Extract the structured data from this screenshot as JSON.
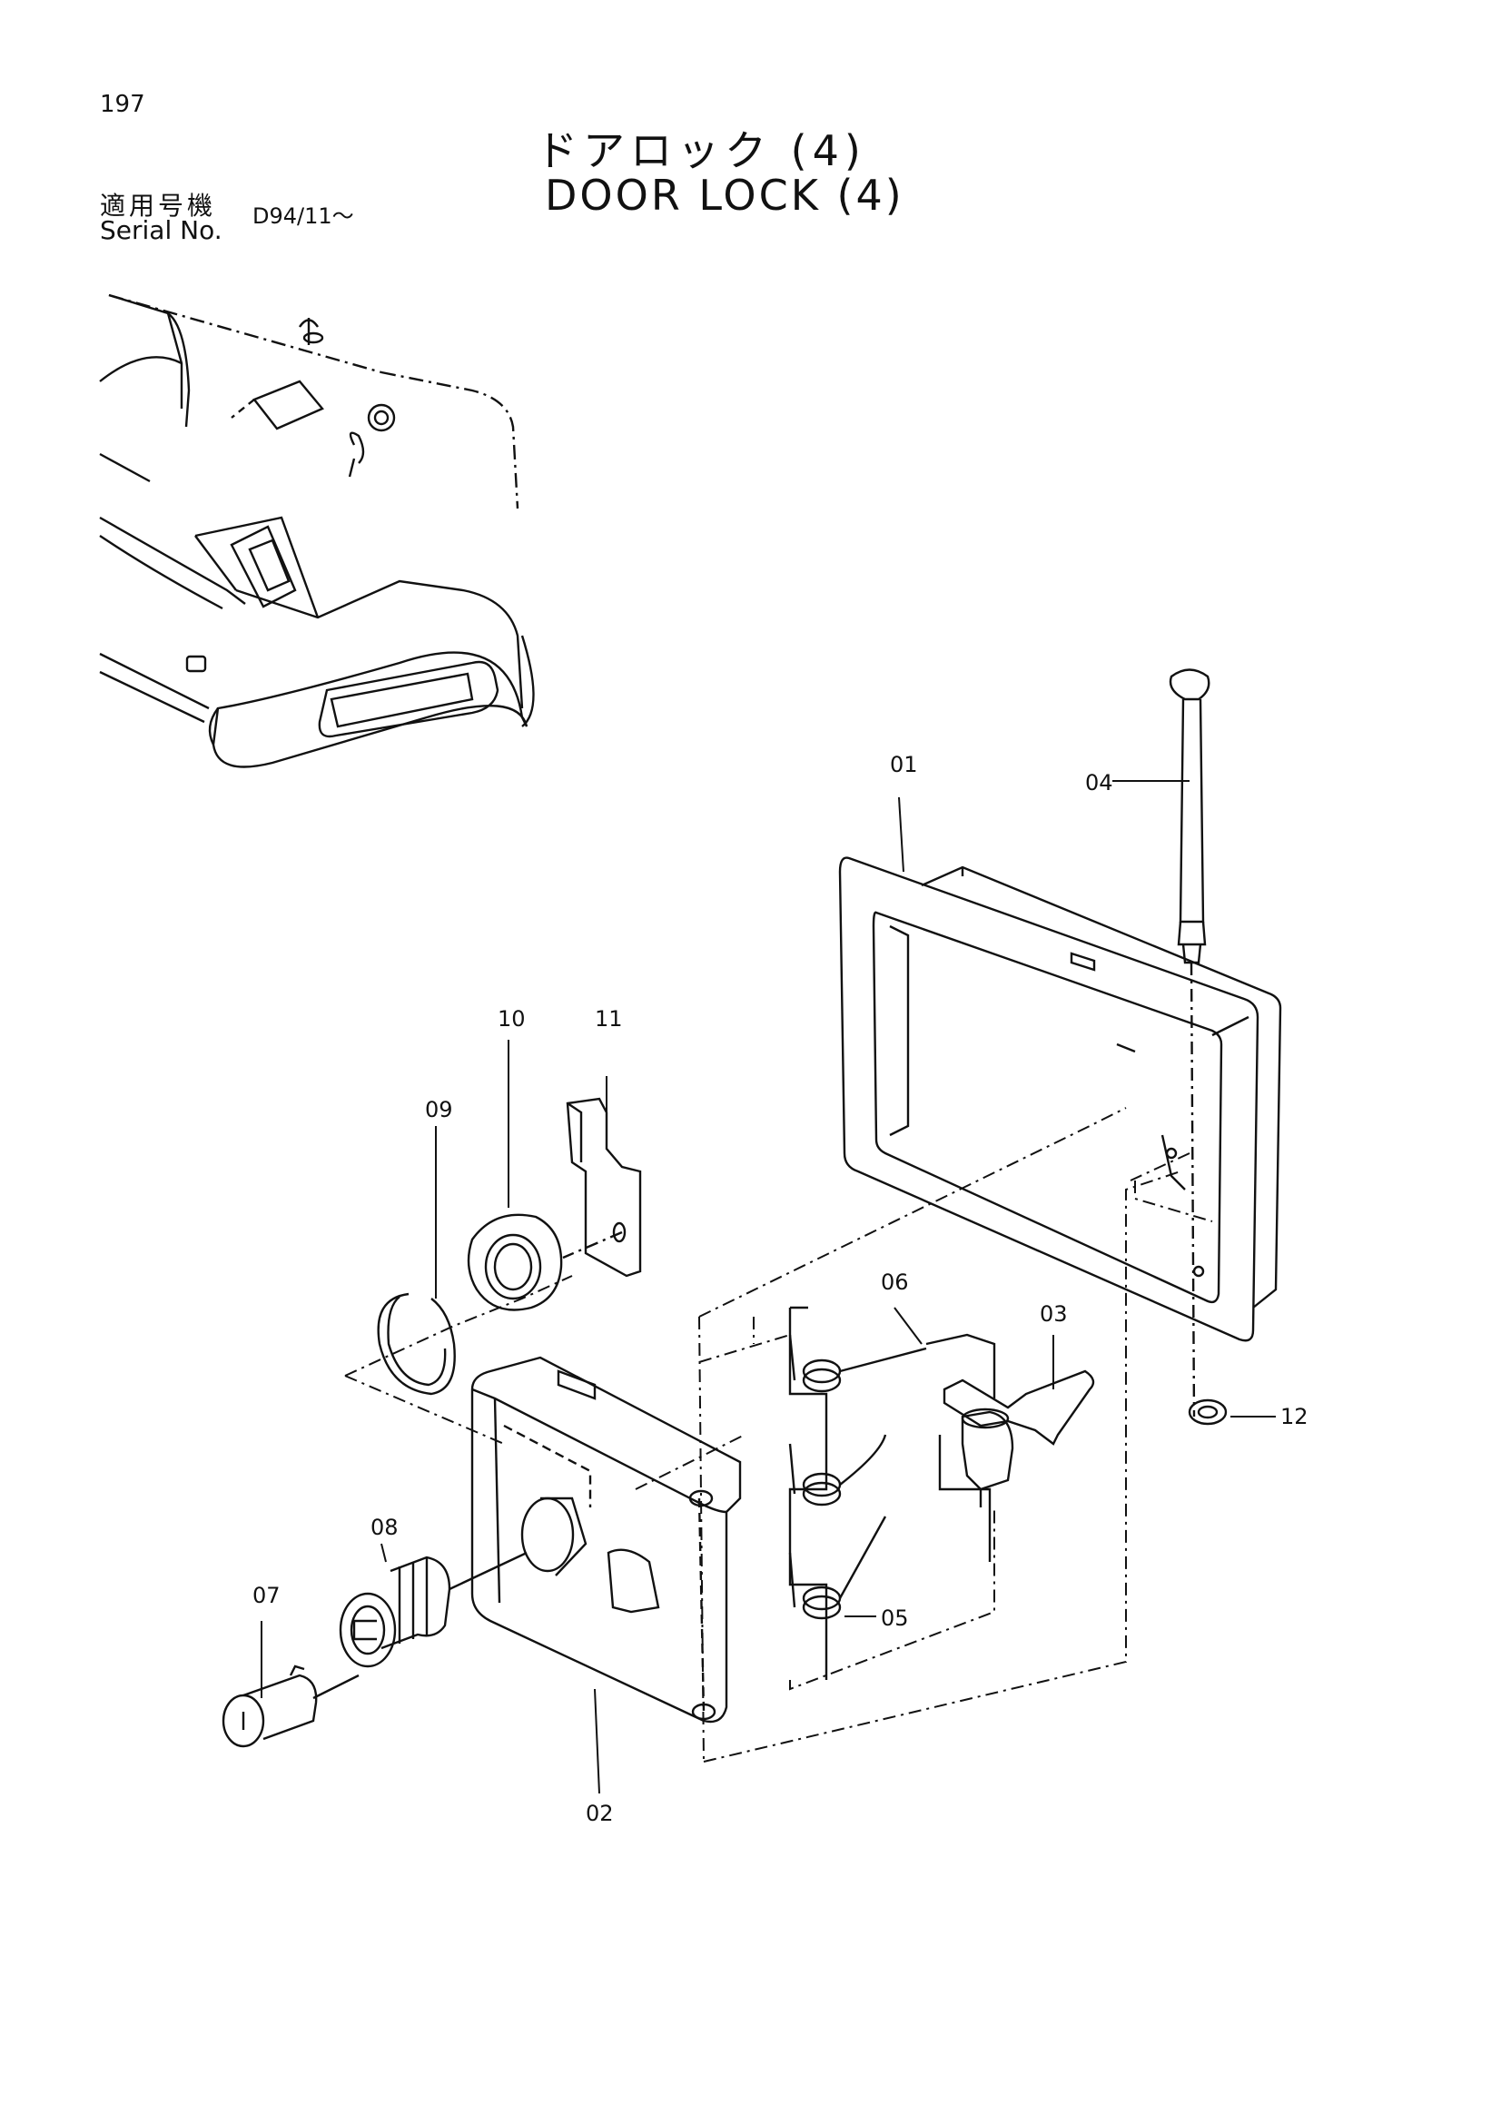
{
  "page_number": "197",
  "title_jp": "ドアロック (4)",
  "title_en": "DOOR LOCK (4)",
  "serial_label_jp": "適用号機",
  "serial_label_en": "Serial No.",
  "serial_value": "D94/11～",
  "parts": {
    "p01": "01",
    "p02": "02",
    "p03": "03",
    "p04": "04",
    "p05": "05",
    "p06": "06",
    "p07": "07",
    "p08": "08",
    "p09": "09",
    "p10": "10",
    "p11": "11",
    "p12": "12"
  }
}
